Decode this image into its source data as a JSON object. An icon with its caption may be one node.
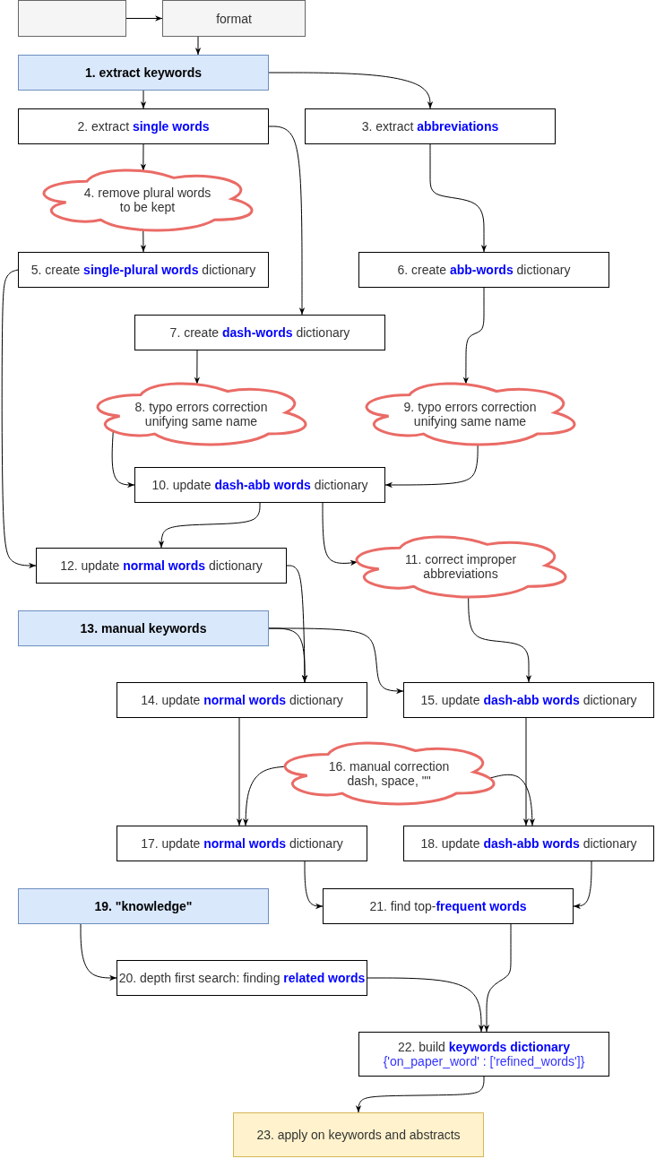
{
  "diagram": {
    "nodes": [
      {
        "text": [],
        "shape": "box"
      },
      {
        "text": [
          "format"
        ]
      },
      {
        "text": [
          "1. extract keywords"
        ]
      },
      {
        "text": [
          "2. extract **single words**"
        ]
      },
      {
        "text": [
          "3. extract **abbreviations**"
        ]
      },
      {
        "text": [
          "4. remove plural words to be kept"
        ]
      },
      {
        "text": [
          "5. create **single-plural words** dictionary"
        ]
      },
      {
        "text": [
          "6. create **abb-words** dictionary"
        ]
      },
      {
        "text": [
          "7. create **dash-words** dictionary"
        ]
      },
      {
        "text": [
          "8. typo errors correction unifying same name"
        ]
      },
      {
        "text": [
          "9. typo errors correction unifying same name"
        ]
      },
      {
        "text": [
          "10. update **dash-abb words** dictionary"
        ]
      },
      {
        "text": [
          "11. correct improper abbreviations"
        ]
      },
      {
        "text": [
          "12. update **normal words** dictionary"
        ]
      },
      {
        "text": [
          "13. manual keywords"
        ]
      },
      {
        "text": [
          "14. update **normal words** dictionary"
        ]
      },
      {
        "text": [
          "15. update **dash-abb words** dictionary"
        ]
      },
      {
        "text": [
          "16. manual correction dash, space, \"\""
        ]
      },
      {
        "text": [
          "17. update **normal words** dictionary"
        ]
      },
      {
        "text": [
          "18. update **dash-abb words** dictionary"
        ]
      },
      {
        "text": [
          "19. \"knowledge\""
        ]
      },
      {
        "text": [
          "21. find top-**frequent words**"
        ]
      },
      {
        "text": [
          "20. depth first search: finding **related words**"
        ]
      },
      {
        "text": [
          "22. build **keywords dictionary**",
          "{'on_paper_word' : ['refined_words']}"
        ]
      },
      {
        "text": [
          "23. apply on keywords and abstracts"
        ]
      }
    ],
    "edges": [
      {
        "from": 0,
        "to": 1,
        "arrow": "to"
      },
      {
        "from": 1,
        "to": 2,
        "arrow": "to"
      },
      {
        "from": 2,
        "to": 3,
        "arrow": "to"
      },
      {
        "from": 2,
        "to": 4,
        "arrow": "to"
      },
      {
        "from": 3,
        "to": 5,
        "arrow": "to"
      },
      {
        "from": 3,
        "to": 8,
        "arrow": "to"
      },
      {
        "from": 4,
        "to": 7,
        "arrow": "to"
      },
      {
        "from": 5,
        "to": 6,
        "arrow": "to"
      },
      {
        "from": 6,
        "to": 13,
        "arrow": "to"
      },
      {
        "from": 7,
        "to": 10,
        "arrow": "to"
      },
      {
        "from": 8,
        "to": 9,
        "arrow": "to"
      },
      {
        "from": 9,
        "to": 11,
        "arrow": "to"
      },
      {
        "from": 10,
        "to": 11,
        "arrow": "to"
      },
      {
        "from": 11,
        "to": 13,
        "arrow": "to"
      },
      {
        "from": 11,
        "to": 12,
        "arrow": "to"
      },
      {
        "from": 13,
        "to": 15,
        "arrow": "to"
      },
      {
        "from": 14,
        "to": 15,
        "arrow": "to"
      },
      {
        "from": 14,
        "to": 16,
        "arrow": "to"
      },
      {
        "from": 12,
        "to": 16,
        "arrow": "to"
      },
      {
        "from": 15,
        "to": 18,
        "arrow": "to"
      },
      {
        "from": 16,
        "to": 19,
        "arrow": "to"
      },
      {
        "from": 17,
        "to": 18,
        "arrow": "to"
      },
      {
        "from": 17,
        "to": 19,
        "arrow": "to"
      },
      {
        "from": 18,
        "to": 21,
        "arrow": "to"
      },
      {
        "from": 19,
        "to": 21,
        "arrow": "to"
      },
      {
        "from": 20,
        "to": 22,
        "arrow": "to"
      },
      {
        "from": 21,
        "to": 23,
        "arrow": "to"
      },
      {
        "from": 22,
        "to": 23,
        "arrow": "to"
      },
      {
        "from": 23,
        "to": 24,
        "arrow": "to"
      }
    ]
  }
}
